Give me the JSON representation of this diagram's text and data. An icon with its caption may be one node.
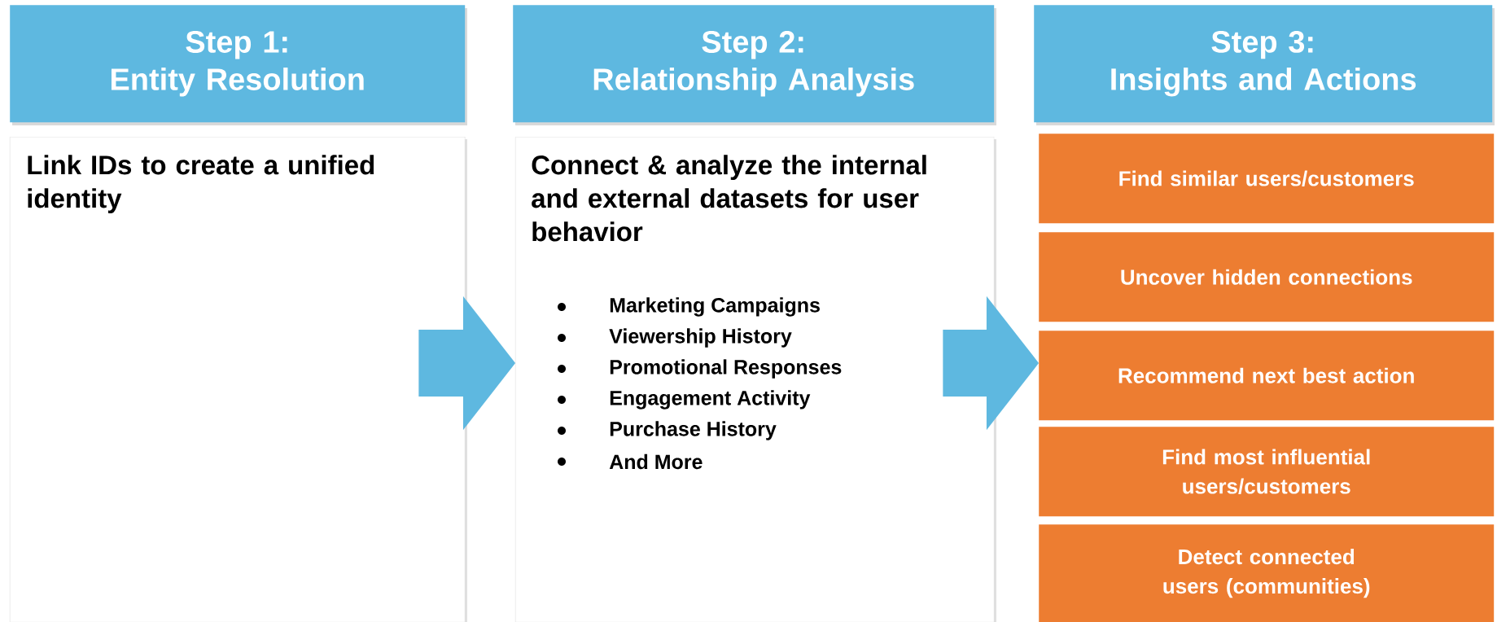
{
  "diagram": {
    "nodes": [
      {
        "text": [
          "Step 1:",
          "Entity Resolution"
        ]
      },
      {
        "text": [
          "Link IDs to create a unified identity"
        ]
      },
      {
        "text": [
          "Step 2:",
          "Relationship Analysis"
        ]
      },
      {
        "text": [
          "Connect & analyze the internal and external datasets for user behavior",
          "Marketing Campaigns",
          "Viewership History",
          "Promotional Responses",
          "Engagement Activity",
          "Purchase History",
          "And More"
        ]
      },
      {
        "text": [
          "Step 3:",
          "Insights and Actions"
        ]
      },
      {
        "text": [
          "Find similar users/customers"
        ]
      },
      {
        "text": [
          "Uncover hidden connections"
        ]
      },
      {
        "text": [
          "Recommend next best action"
        ]
      },
      {
        "text": [
          "Find most influential users/customers"
        ]
      },
      {
        "text": [
          "Detect connected users (communities)"
        ]
      }
    ],
    "edges": [
      {
        "from": 1,
        "to": 3,
        "arrow": "to"
      },
      {
        "from": 3,
        "to": 7,
        "arrow": "to"
      }
    ]
  }
}
